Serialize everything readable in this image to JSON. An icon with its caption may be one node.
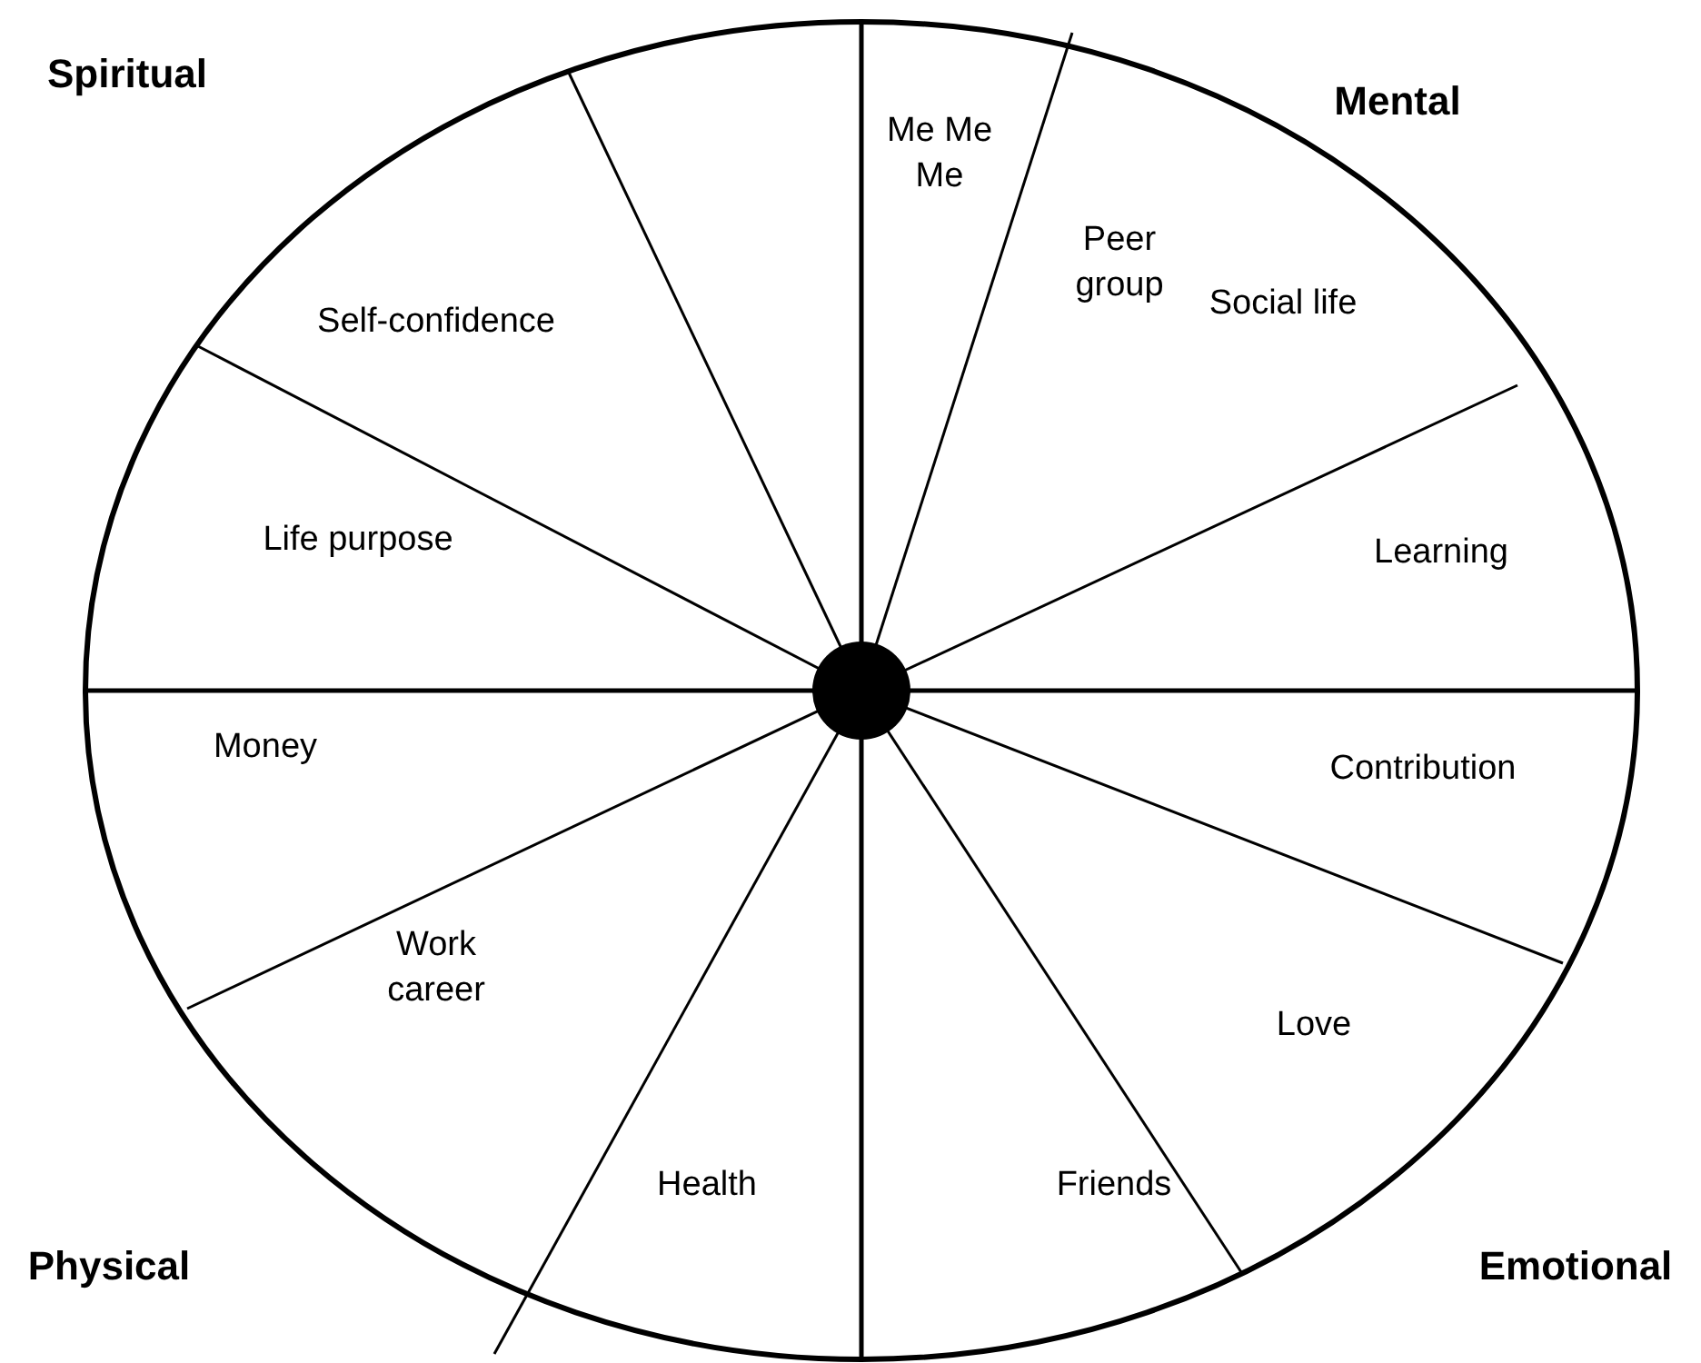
{
  "diagram": {
    "nodes": [
      {
        "text": [
          "Me Me Me"
        ]
      },
      {
        "text": [
          "Peer group"
        ]
      },
      {
        "text": [
          "Social life"
        ]
      },
      {
        "text": [
          "Learning"
        ]
      },
      {
        "text": [
          "Contribution"
        ]
      },
      {
        "text": [
          "Love"
        ]
      },
      {
        "text": [
          "Friends"
        ]
      },
      {
        "text": [
          "Health"
        ]
      },
      {
        "text": [
          "Work career"
        ]
      },
      {
        "text": [
          "Money"
        ]
      },
      {
        "text": [
          "Life purpose"
        ]
      },
      {
        "text": [
          "Self-confidence"
        ]
      }
    ],
    "labels": [
      "Spiritual",
      "Mental",
      "Physical",
      "Emotional"
    ]
  }
}
